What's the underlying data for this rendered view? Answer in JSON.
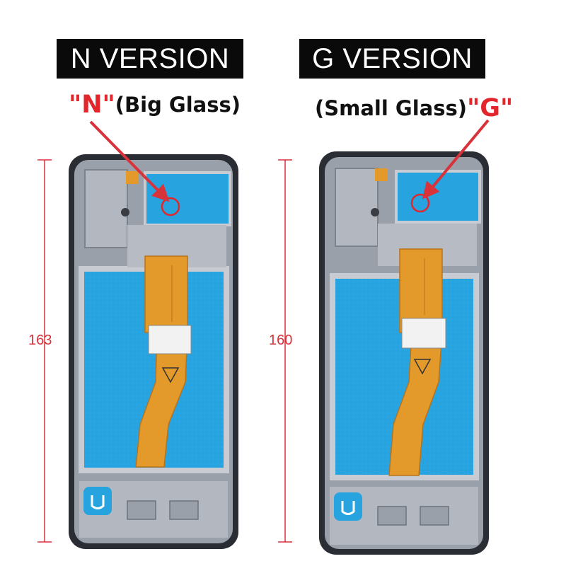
{
  "left": {
    "banner": "N VERSION",
    "code_label": "\"N\"",
    "glass_label": "(Big Glass)",
    "dimension": "163"
  },
  "right": {
    "banner": "G VERSION",
    "glass_label": "(Small Glass)",
    "code_label": "\"G\"",
    "dimension": "160"
  },
  "colors": {
    "annotation_red": "#d8323a",
    "banner_black": "#0a0a0a",
    "frame_dark": "#2a2c33",
    "screen_blue": "#27a3df",
    "flex_orange": "#e39a2a"
  }
}
